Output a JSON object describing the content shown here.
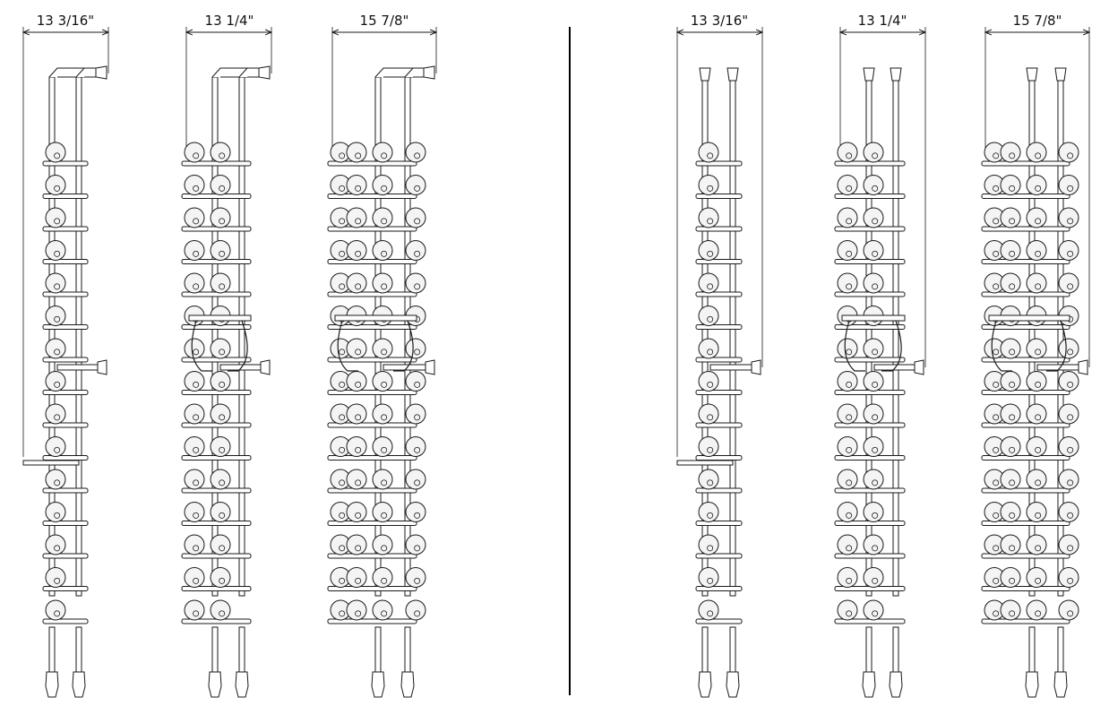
{
  "colors": {
    "line": "#1a1a1a",
    "fill": "#ffffff",
    "bottle": "#f4f4f4"
  },
  "panels": [
    {
      "name": "left-group",
      "racks": [
        {
          "key": "a",
          "width_label": "13 3/16\"",
          "cols": 1,
          "glass_holder": false,
          "bracket_type": "angled-top",
          "floor_arm": true
        },
        {
          "key": "b",
          "width_label": "13 1/4\"",
          "cols": 2,
          "glass_holder": true,
          "bracket_type": "angled-top",
          "floor_arm": false
        },
        {
          "key": "c",
          "width_label": "15 7/8\"",
          "cols": 4,
          "glass_holder": true,
          "bracket_type": "angled-top",
          "floor_arm": false
        }
      ]
    },
    {
      "name": "right-group",
      "racks": [
        {
          "key": "d",
          "width_label": "13 3/16\"",
          "cols": 1,
          "glass_holder": false,
          "bracket_type": "straight-top",
          "floor_arm": true
        },
        {
          "key": "e",
          "width_label": "13 1/4\"",
          "cols": 2,
          "glass_holder": true,
          "bracket_type": "straight-top",
          "floor_arm": false
        },
        {
          "key": "f",
          "width_label": "15 7/8\"",
          "cols": 4,
          "glass_holder": true,
          "bracket_type": "straight-top",
          "floor_arm": false
        }
      ]
    }
  ],
  "rows_per_rack": 15
}
